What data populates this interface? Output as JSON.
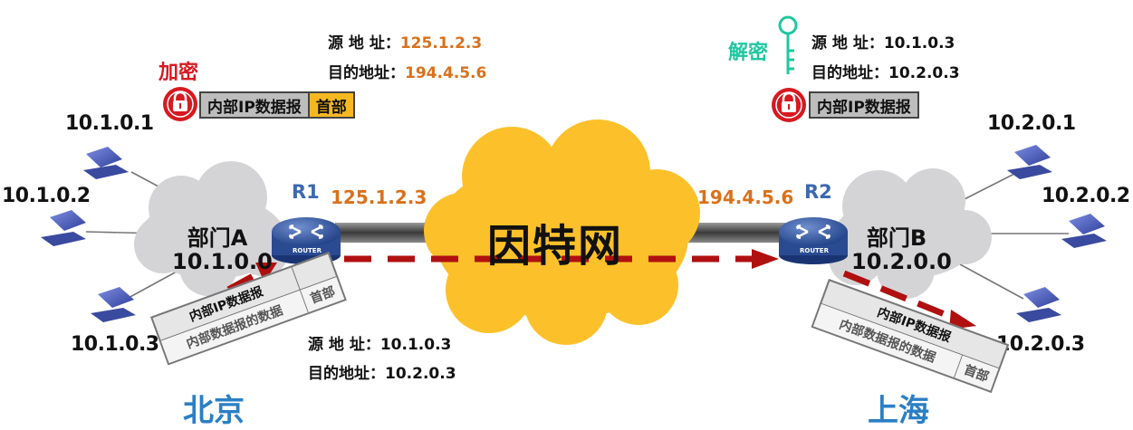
{
  "internet": "因特网",
  "left_site": {
    "city": "北京",
    "dept_name": "部门A",
    "dept_net": "10.1.0.0",
    "hosts": [
      "10.1.0.1",
      "10.1.0.2",
      "10.1.0.3"
    ],
    "router": {
      "name": "R1",
      "label": "ROUTER",
      "ip": "125.1.2.3"
    }
  },
  "right_site": {
    "city": "上海",
    "dept_name": "部门B",
    "dept_net": "10.2.0.0",
    "hosts": [
      "10.2.0.1",
      "10.2.0.2",
      "10.2.0.3"
    ],
    "router": {
      "name": "R2",
      "label": "ROUTER",
      "ip": "194.4.5.6"
    }
  },
  "encrypt": {
    "label": "加密",
    "packet_body": "内部IP数据报",
    "packet_header": "首部",
    "src_label": "源 地 址：",
    "src": "125.1.2.3",
    "dst_label": "目的地址：",
    "dst": "194.4.5.6"
  },
  "decrypt": {
    "label": "解密",
    "packet_body": "内部IP数据报",
    "src_label": "源 地 址：",
    "src": "10.1.0.3",
    "dst_label": "目的地址：",
    "dst": "10.2.0.3"
  },
  "inner_packet": {
    "title": "内部IP数据报",
    "data": "内部数据报的数据",
    "header": "首部",
    "src_label": "源 地 址：",
    "src": "10.1.0.3",
    "dst_label": "目的地址：",
    "dst": "10.2.0.3"
  },
  "colors": {
    "accent_orange": "#d9711b",
    "city_blue": "#2b7fc4",
    "arrow_red": "#b01010",
    "encrypt_red": "#d71920",
    "decrypt_teal": "#1fc7a0"
  }
}
